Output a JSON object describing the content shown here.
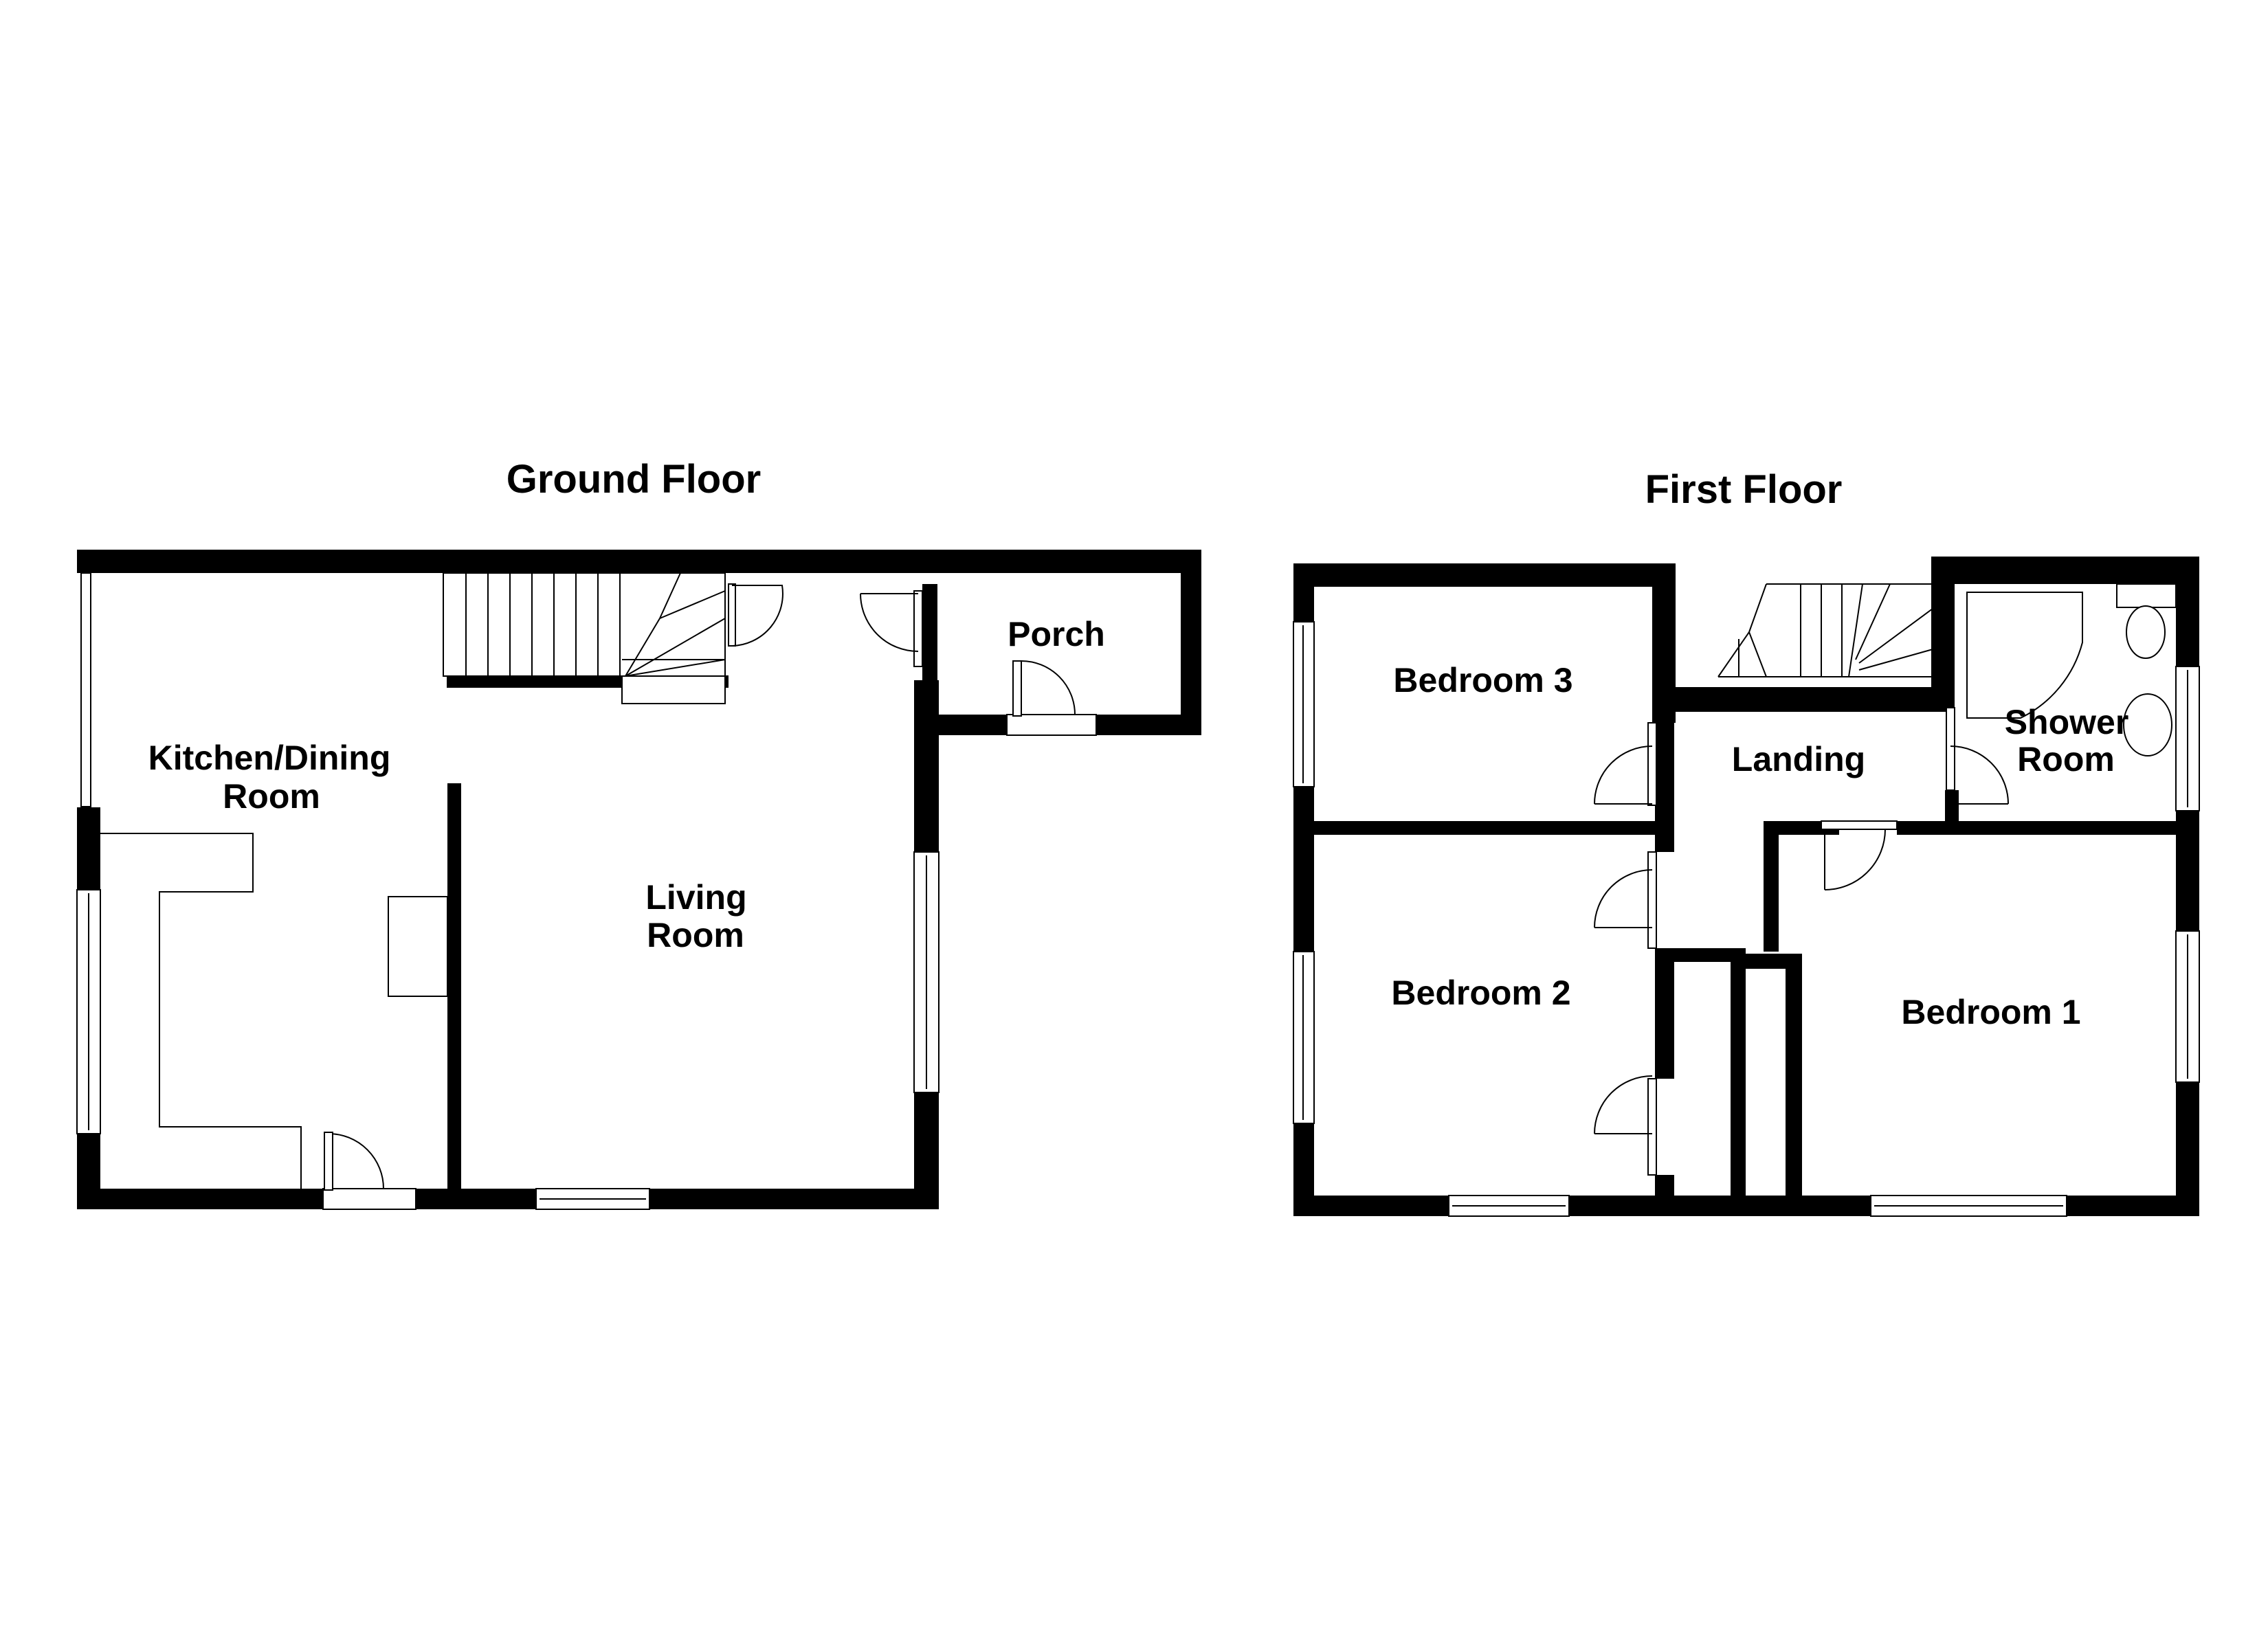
{
  "floors": {
    "ground": {
      "title": "Ground Floor",
      "rooms": {
        "kitchen_line1": "Kitchen/Dining",
        "kitchen_line2": "Room",
        "living_line1": "Living",
        "living_line2": "Room",
        "porch": "Porch"
      }
    },
    "first": {
      "title": "First Floor",
      "rooms": {
        "bedroom3": "Bedroom 3",
        "landing": "Landing",
        "shower_line1": "Shower",
        "shower_line2": "Room",
        "bedroom2": "Bedroom 2",
        "bedroom1": "Bedroom 1"
      }
    }
  },
  "colors": {
    "wall": "#000000",
    "background": "#ffffff"
  }
}
